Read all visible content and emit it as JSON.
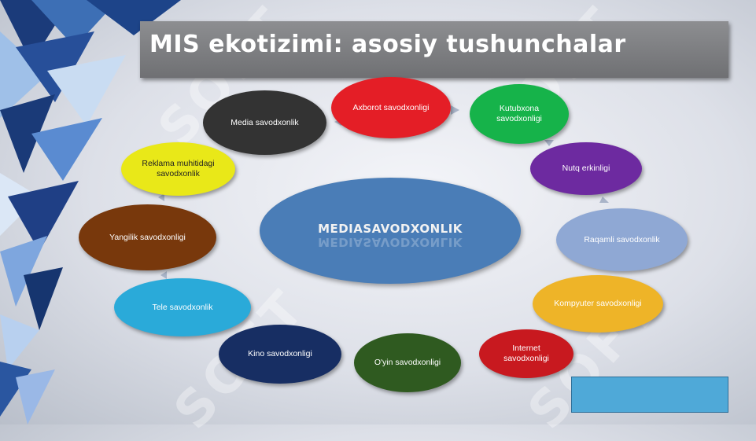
{
  "slide": {
    "title": "MIS ekotizimi: asosiy tushunchalar",
    "center": "MEDIASAVODXONLIK",
    "nodes": [
      {
        "key": "axborot",
        "label": "Axborot savodxonligi",
        "color": "#e41e26"
      },
      {
        "key": "kutubxona",
        "label": "Kutubxona savodxonligi",
        "color": "#16b34a"
      },
      {
        "key": "nutq",
        "label": "Nutq erkinligi",
        "color": "#6d2aa0"
      },
      {
        "key": "raqamli",
        "label": "Raqamli savodxonlik",
        "color": "#8fa8d4"
      },
      {
        "key": "kompyuter",
        "label": "Kompyuter savodxonligi",
        "color": "#eeb428"
      },
      {
        "key": "internet",
        "label": "Internet savodxonligi",
        "color": "#c8191f"
      },
      {
        "key": "oyin",
        "label": "O'yin savodxonligi",
        "color": "#2f5a20"
      },
      {
        "key": "kino",
        "label": "Kino savodxonligi",
        "color": "#172e63"
      },
      {
        "key": "tele",
        "label": "Tele savodxonlik",
        "color": "#2aaad9"
      },
      {
        "key": "yangilik",
        "label": "Yangilik savodxonligi",
        "color": "#78380c"
      },
      {
        "key": "reklama",
        "label": "Reklama muhitidagi savodxonlik",
        "color": "#e9e818"
      },
      {
        "key": "media",
        "label": "Media savodxonlik",
        "color": "#333333"
      }
    ],
    "watermark": "SOFT"
  }
}
